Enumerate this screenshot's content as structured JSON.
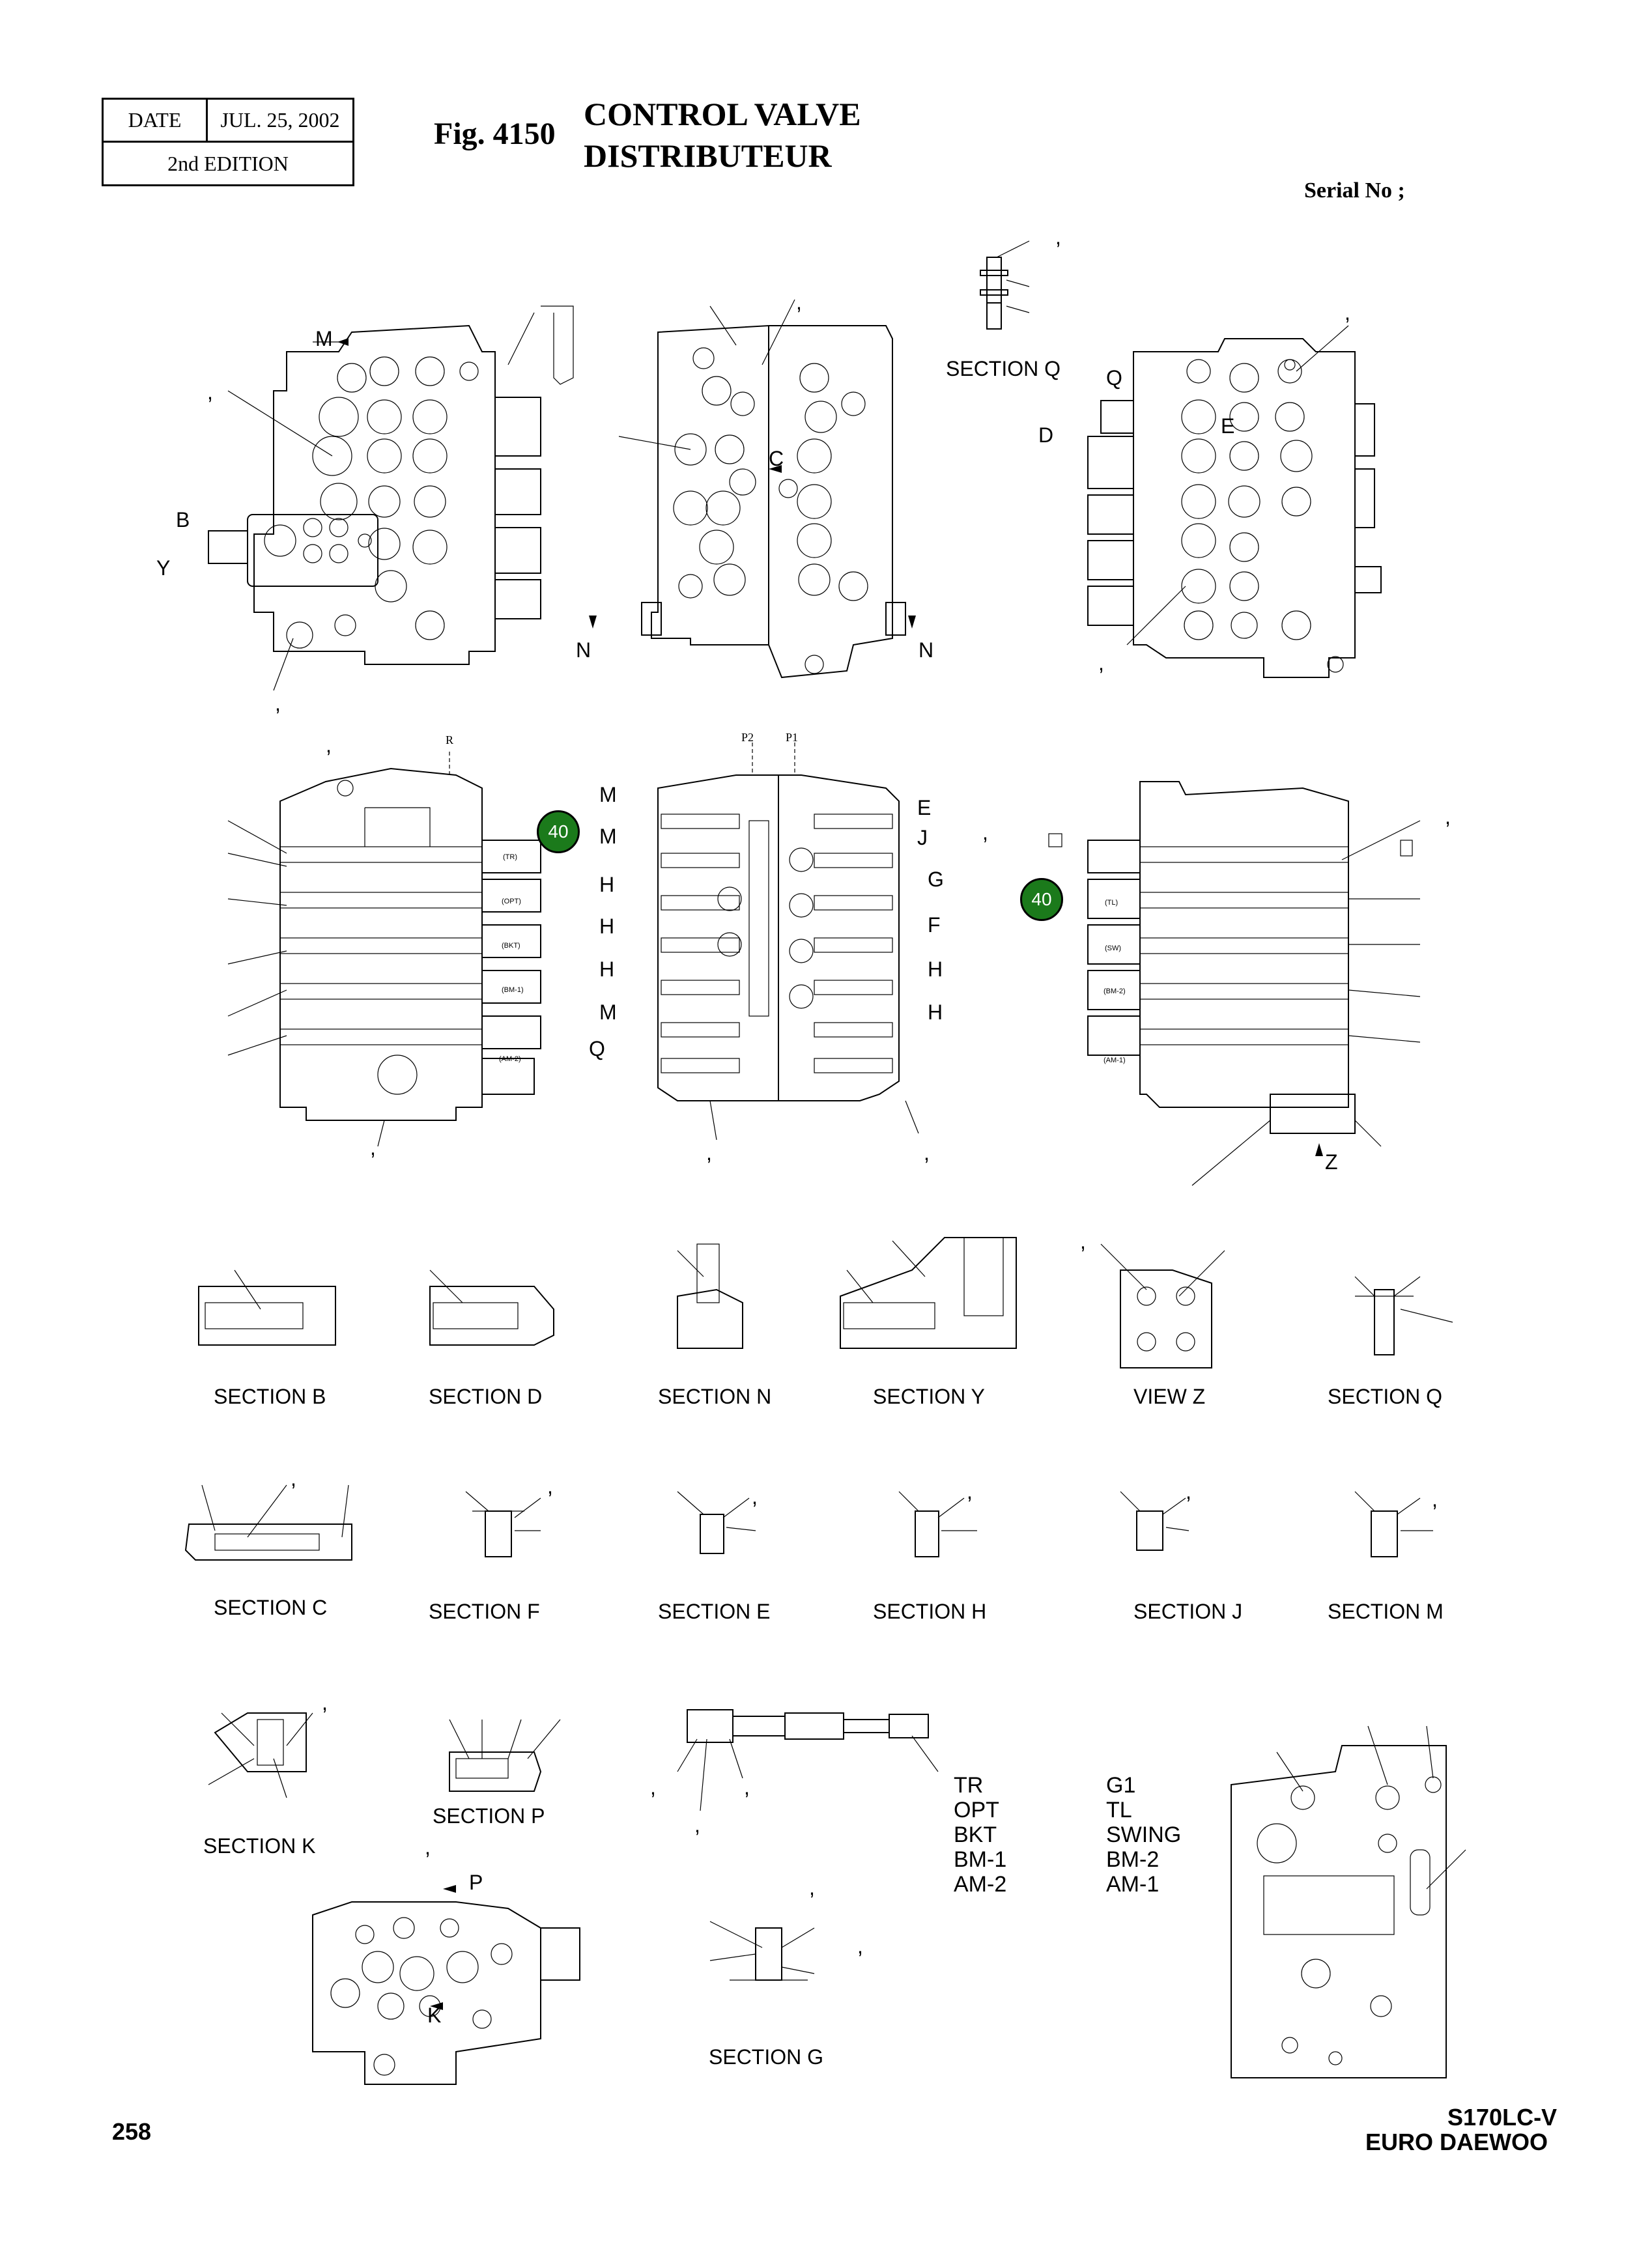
{
  "header": {
    "date_label": "DATE",
    "date_value": "JUL. 25, 2002",
    "edition": "2nd  EDITION",
    "fig_number": "Fig. 4150",
    "title_en": "CONTROL VALVE",
    "title_fr": "DISTRIBUTEUR",
    "serial": "Serial No ;"
  },
  "callouts": {
    "M": "M",
    "B": "B",
    "Y": "Y",
    "C": "C",
    "N": "N",
    "Q": "Q",
    "D": "D",
    "E": "E",
    "P1": "P1",
    "P2": "P2",
    "R": "R",
    "J": "J",
    "G": "G",
    "F": "F",
    "H": "H",
    "Z": "Z",
    "P": "P",
    "K": "K",
    "comma": ","
  },
  "badges": [
    "40",
    "40"
  ],
  "spool_labels_left": [
    "(TR)",
    "(OPT)",
    "(BKT)",
    "(BM-1)",
    "(AM-2)"
  ],
  "spool_labels_right": [
    "(TL)",
    "(SW)",
    "(BM-2)",
    "(AM-1)"
  ],
  "section_titles": {
    "q_top": "SECTION  Q",
    "b": "SECTION  B",
    "d": "SECTION  D",
    "n": "SECTION  N",
    "y": "SECTION  Y",
    "z": "VIEW  Z",
    "q": "SECTION  Q",
    "c": "SECTION  C",
    "f": "SECTION  F",
    "e": "SECTION  E",
    "h": "SECTION  H",
    "j": "SECTION  J",
    "m": "SECTION  M",
    "k": "SECTION  K",
    "p": "SECTION  P",
    "g": "SECTION  G"
  },
  "spool_legend": {
    "left": [
      "TR",
      "OPT",
      "BKT",
      "BM-1",
      "AM-2"
    ],
    "right": [
      "G1",
      "TL",
      "SWING",
      "BM-2",
      "AM-1"
    ]
  },
  "footer": {
    "page": "258",
    "model": "S170LC-V",
    "brand": "EURO DAEWOO"
  }
}
